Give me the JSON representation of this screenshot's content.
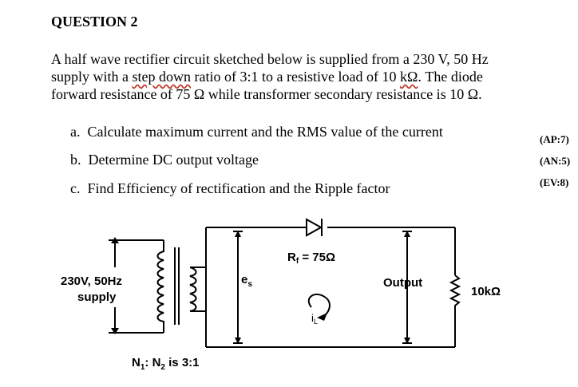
{
  "question": {
    "title": "QUESTION 2",
    "text_part1": "A half wave rectifier circuit sketched below is supplied from a 230 V, 50 Hz supply with a ",
    "text_wavy1": "step down",
    "text_part2": " ratio of 3:1 to a resistive load of 10 ",
    "text_wavy2": "kΩ",
    "text_part3": ". The diode forward resistance of 75 Ω while transformer secondary resistance is 10 Ω.",
    "items": [
      {
        "letter": "a.",
        "text": "Calculate maximum current and the RMS value of the current",
        "marks": "(AP:7)"
      },
      {
        "letter": "b.",
        "text": "Determine DC output voltage",
        "marks": "(AN:5)"
      },
      {
        "letter": "c.",
        "text": "Find Efficiency of rectification and the Ripple factor",
        "marks": "(EV:8)"
      }
    ]
  },
  "diagram": {
    "supply_line1": "230V, 50Hz",
    "supply_line2": "supply",
    "diode_resistance": "R",
    "diode_resistance_sub": "f",
    "diode_resistance_value": " = 75Ω",
    "secondary_voltage": "e",
    "secondary_voltage_sub": "s",
    "load_current": "i",
    "load_current_sub": "L",
    "output_label": "Output",
    "load_label": "10kΩ",
    "turns_ratio_n1": "N",
    "turns_ratio_n1_sub": "1",
    "turns_ratio_sep": ": N",
    "turns_ratio_n2_sub": "2",
    "turns_ratio_value": " is 3:1"
  }
}
